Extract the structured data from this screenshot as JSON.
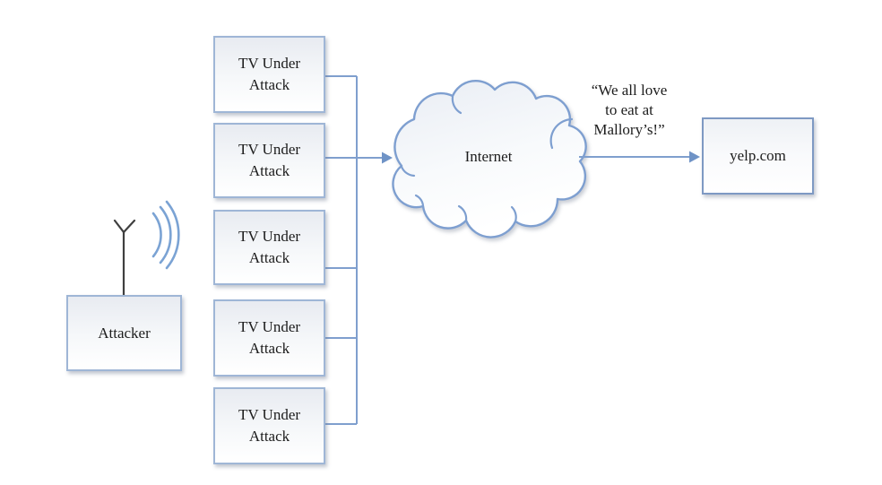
{
  "diagram": {
    "attacker": {
      "label": "Attacker"
    },
    "tv_boxes": [
      {
        "label": "TV Under\nAttack"
      },
      {
        "label": "TV Under\nAttack"
      },
      {
        "label": "TV Under\nAttack"
      },
      {
        "label": "TV Under\nAttack"
      },
      {
        "label": "TV Under\nAttack"
      }
    ],
    "internet_cloud": {
      "label": "Internet"
    },
    "yelp_box": {
      "label": "yelp.com"
    },
    "message": {
      "text": "“We all love\nto eat at\nMallory’s!”"
    },
    "icons": {
      "antenna": "antenna-icon",
      "wireless_signal": "wireless-signal-icon",
      "internet_cloud": "cloud-shape"
    },
    "colors": {
      "connector_blue": "#7f9fce",
      "box_border_blue": "#9fb6d6",
      "yelp_border_blue": "#7e99c3",
      "cloud_border_blue": "#7e9fd0",
      "antenna_gray": "#3f3f3f",
      "text": "#1c1c1c",
      "box_fill_top": "#e8ebf1",
      "background": "#ffffff"
    }
  }
}
